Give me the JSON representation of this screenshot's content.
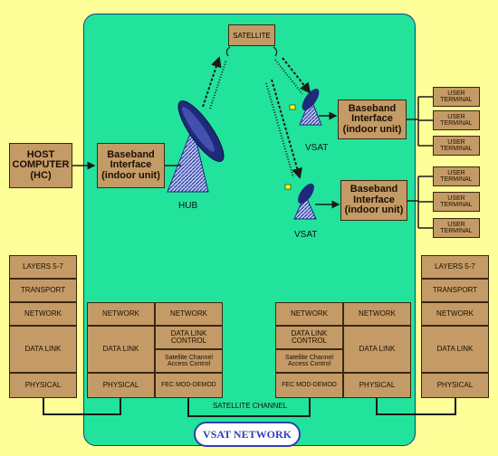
{
  "network_title": "VSAT NETWORK",
  "satellite": "SATELLITE",
  "satellite_channel": "SATELLITE CHANNEL",
  "host_computer": {
    "line1": "HOST",
    "line2": "COMPUTER",
    "line3": "(HC)"
  },
  "baseband_interface": {
    "line1": "Baseband",
    "line2": "Interface",
    "line3": "(indoor unit)"
  },
  "hub_label": "HUB",
  "vsat_label": "VSAT",
  "user_terminal": {
    "line1": "USER",
    "line2": "TERMINAL"
  },
  "layers": {
    "host_stack": [
      "LAYERS 5-7",
      "TRANSPORT",
      "NETWORK",
      "DATA LINK",
      "PHYSICAL"
    ],
    "hub_stack_left": [
      "NETWORK",
      "DATA LINK",
      "PHYSICAL"
    ],
    "hub_stack_right": [
      "NETWORK",
      "DATA LINK CONTROL",
      "Satellite Channel Access Control",
      "FEC MOD-DEMOD"
    ],
    "vsat_stack_left": [
      "NETWORK",
      "DATA LINK CONTROL",
      "Satellite Channel Access Control",
      "FEC MOD-DEMOD"
    ],
    "vsat_stack_right": [
      "NETWORK",
      "DATA LINK",
      "PHYSICAL"
    ],
    "terminal_stack": [
      "LAYERS 5-7",
      "TRANSPORT",
      "NETWORK",
      "DATA LINK",
      "PHYSICAL"
    ]
  },
  "colors": {
    "background": "#ffff99",
    "network_area": "#22e39c",
    "box_fill": "#c49a66",
    "dish": "#1f2a7a",
    "network_label": "#2f3fb0"
  }
}
